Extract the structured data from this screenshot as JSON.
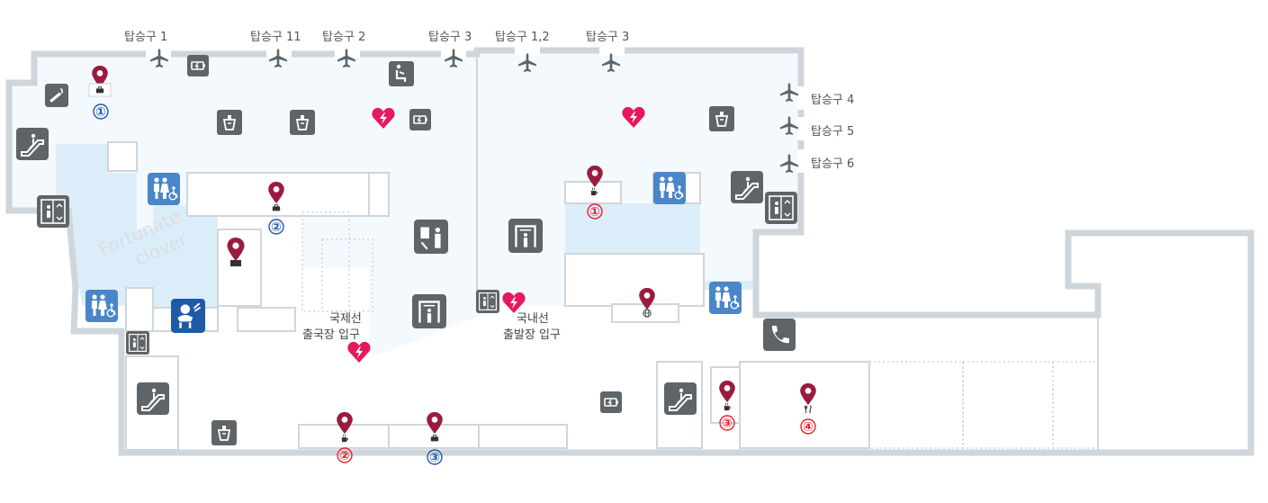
{
  "gates": {
    "g1": "탑승구 1",
    "g11": "탑승구 11",
    "g2": "탑승구 2",
    "g3a": "탑승구 3",
    "g12": "탑승구 1,2",
    "g3b": "탑승구 3",
    "g4": "탑승구 4",
    "g5": "탑승구 5",
    "g6": "탑승구 6"
  },
  "areas": {
    "intl_line1": "국제선",
    "intl_line2": "출국장 입구",
    "dom_line1": "국내선",
    "dom_line2": "출발장 입구",
    "watermark_line1": "Fortunate",
    "watermark_line2": "clover"
  },
  "markers": {
    "shop1": "①",
    "shop2": "②",
    "shop3": "③",
    "cafe1": "①",
    "cafe2": "②",
    "cafe3": "③",
    "food4": "④"
  },
  "colors": {
    "wall": "#cfd6db",
    "floor": "#f3f9fd",
    "floor_highlight": "#dcedfa",
    "icon_gray": "#5f6468",
    "icon_blue": "#4a86c8",
    "nursery_blue": "#1f5aa6",
    "aed_pink": "#e6195d",
    "pin": "#9b1b3e",
    "label_blue": "#1f5aa6",
    "label_red": "#e8202b"
  },
  "icons": [
    "airplane-icon",
    "charging-icon",
    "escalator-icon",
    "elevator-icon",
    "restroom-icon",
    "vending-icon",
    "smoking-icon",
    "aed-icon",
    "security-gate-icon",
    "nursery-icon",
    "phone-icon",
    "location-pin-icon",
    "shop-icon",
    "cafe-icon",
    "restaurant-icon",
    "globe-icon"
  ]
}
